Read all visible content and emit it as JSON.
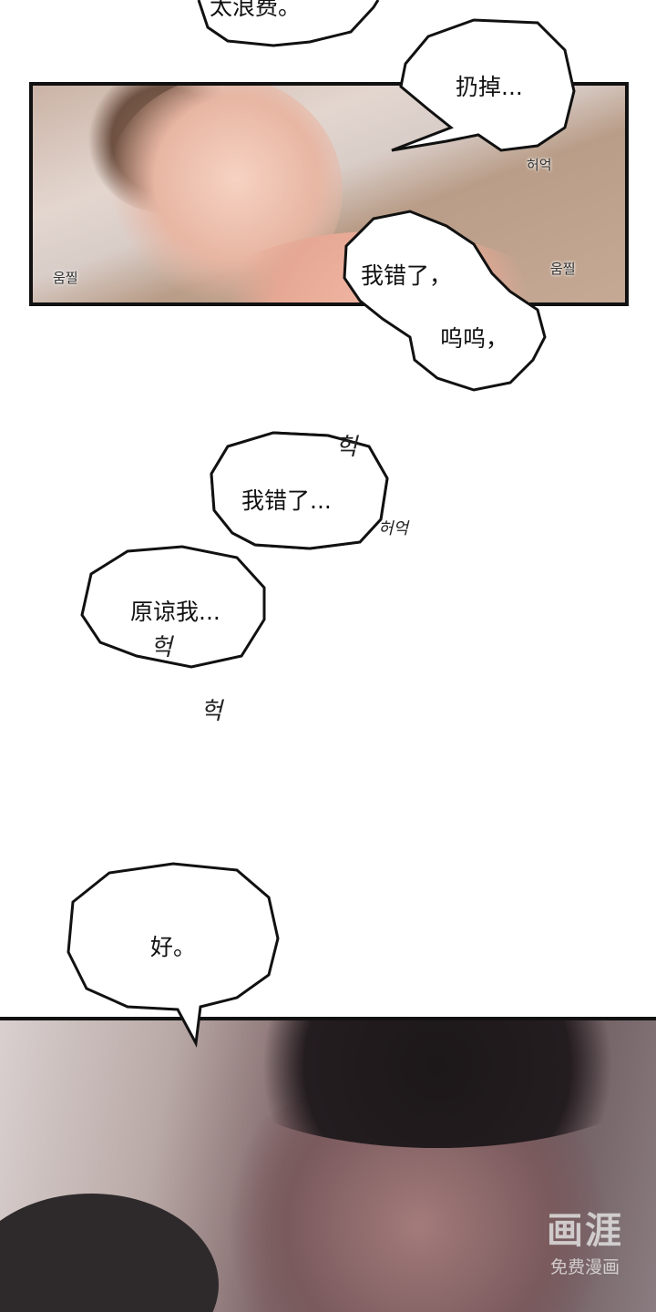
{
  "bubbles": {
    "b1": "太浪费。",
    "b2": "扔掉...",
    "b3a": "我错了，",
    "b3b": "呜呜，",
    "b4": "我错了...",
    "b5": "原谅我...",
    "b6": "好。"
  },
  "sfx": {
    "heok_long": "허억",
    "umjjil": "움찔",
    "heok": "헉"
  },
  "watermark": {
    "logo": "画涯",
    "sub": "免费漫画"
  }
}
